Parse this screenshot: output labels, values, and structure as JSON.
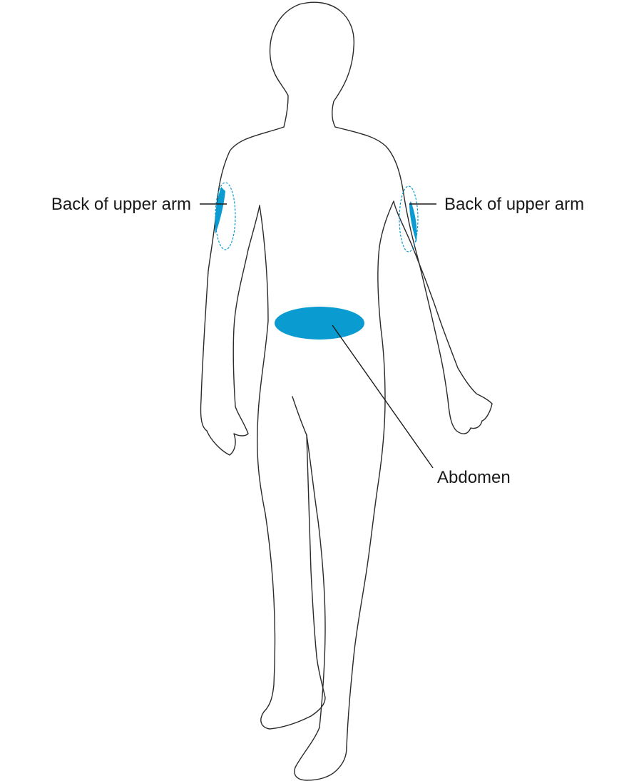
{
  "labels": {
    "left_arm": "Back of upper arm",
    "right_arm": "Back of upper arm",
    "abdomen": "Abdomen"
  },
  "colors": {
    "site": "#0a9bd0",
    "outline": "#2a2a2a",
    "background": "#ffffff"
  }
}
